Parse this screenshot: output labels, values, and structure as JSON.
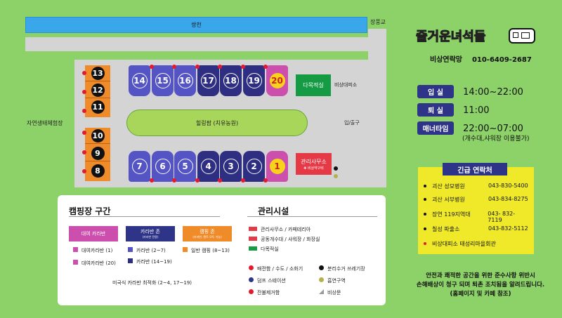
{
  "map": {
    "river_label": "쌍천",
    "bridge_label": "장풍교",
    "nature_label": "자연생태체험장",
    "healing_label": "힐링팜 (치유농원)",
    "entrance_label": "입/출구",
    "evac_label": "비상대피소",
    "forest_label": "다목적실",
    "office_title": "관리사무소",
    "office_sub": "비상약구비",
    "top_plots": [
      "14",
      "15",
      "16",
      "17",
      "18",
      "19",
      "20"
    ],
    "bottom_plots": [
      "7",
      "6",
      "5",
      "4",
      "3",
      "2",
      "1"
    ],
    "orange_top": [
      "13",
      "12",
      "11"
    ],
    "orange_bottom": [
      "10",
      "9",
      "8"
    ]
  },
  "brand": {
    "logo_text": "즐거운녀석들",
    "emergency_contact_label": "비상연락망",
    "emergency_phone": "010-6409-2687"
  },
  "hours": [
    {
      "label": "입 실",
      "value": "14:00~22:00"
    },
    {
      "label": "퇴 실",
      "value": "11:00"
    },
    {
      "label": "매너타임",
      "value": "22:00~07:00"
    }
  ],
  "hours_note": "(개수대,샤워장 이용불가)",
  "emergency": {
    "title": "긴급 연락처",
    "rows": [
      {
        "name": "괴산 성모병원",
        "phone": "043-830-5400"
      },
      {
        "name": "괴산 서부병원",
        "phone": "043-834-8275"
      },
      {
        "name": "장연 119지역대",
        "phone": "043- 832-7119"
      },
      {
        "name": "칠성 파출소",
        "phone": "043-832-5112"
      }
    ],
    "last": "비상대피소 태성리마을회관"
  },
  "zones": {
    "title": "캠핑장 구간",
    "cols": [
      {
        "head": "대여 카라반",
        "sub": "",
        "color": "#cc4fae",
        "items": [
          {
            "label": "대여카라반 (1)",
            "color": "#cc4fae"
          },
          {
            "label": "대여카라반 (20)",
            "color": "#cc4fae"
          }
        ]
      },
      {
        "head": "카라반 존",
        "sub": "(카라반 전용)",
        "color": "#2e3487",
        "items": [
          {
            "label": "카라반 (2~7)",
            "color": "#5454c5"
          },
          {
            "label": "카라반 (14~19)",
            "color": "#2e2f82"
          }
        ]
      },
      {
        "head": "캠핑 존",
        "sub": "(카라반, 텐트 모두 가능)",
        "color": "#f08b2a",
        "items": [
          {
            "label": "일반 캠핑 (8~13)",
            "color": "#f08b2a"
          }
        ]
      }
    ],
    "note": "미국식 카라반 최적화 (2~4, 17~19)"
  },
  "facilities": {
    "title": "관리시설",
    "bars": [
      {
        "label": "관리사무소 / 카페테리아",
        "color": "#e63946"
      },
      {
        "label": "공동개수대 / 샤워장 / 화장실",
        "color": "#e63946"
      },
      {
        "label": "다목적실",
        "color": "#169b45"
      }
    ],
    "dots_left": [
      {
        "label": "배전함 / 수도 / 소화기",
        "color": "#e31a2d"
      },
      {
        "label": "덤프 스테이션",
        "color": "#2e3487"
      },
      {
        "label": "잔불제거함",
        "color": "#e31a2d"
      }
    ],
    "dots_right": [
      {
        "label": "분리수거 쓰레기장",
        "color": "#111111"
      },
      {
        "label": "흡연구역",
        "color": "#b4b14a"
      },
      {
        "label": "비상문",
        "color": "#9a9a9a"
      }
    ]
  },
  "notice": {
    "line1": "안전과 쾌적한 공간을 위한 준수사항 위반시",
    "line2": "손해배상이 청구 되며 퇴촌 조치됨을 알려드립니다.",
    "line3": "(홈페이지 및 카페 참조)"
  }
}
